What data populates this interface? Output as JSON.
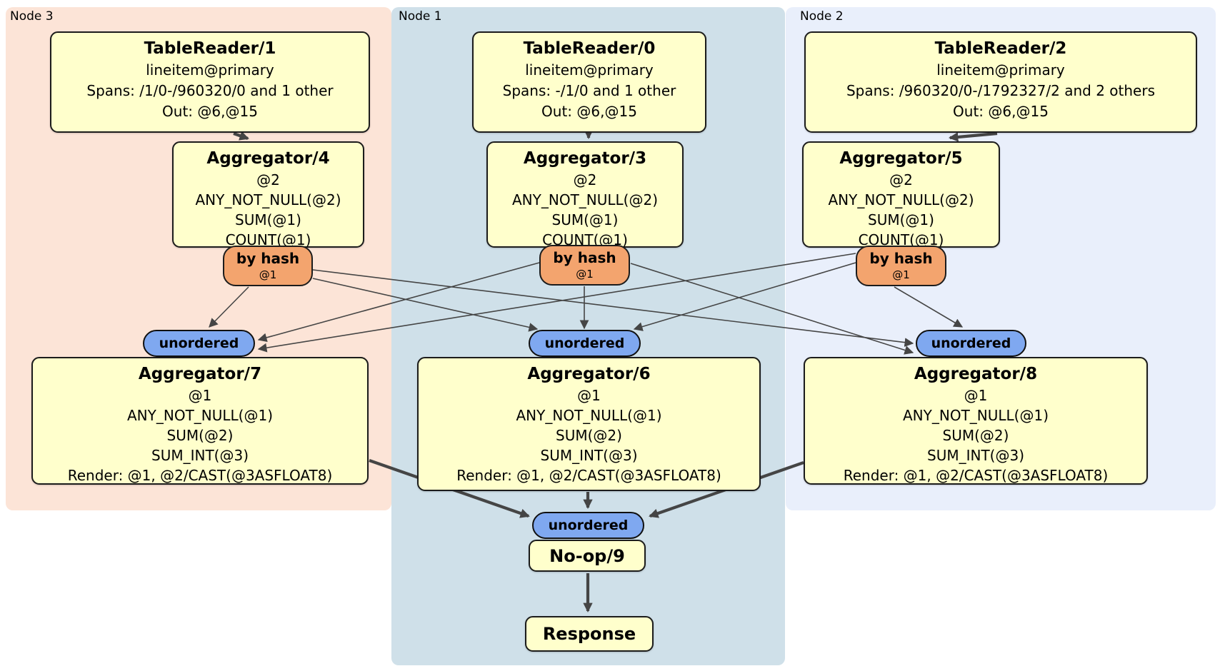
{
  "panels": {
    "node3": {
      "label": "Node 3"
    },
    "node1": {
      "label": "Node 1"
    },
    "node2": {
      "label": "Node 2"
    }
  },
  "proc": {
    "tr1": {
      "title": "TableReader/1",
      "lines": [
        "lineitem@primary",
        "Spans: /1/0-/960320/0 and 1 other",
        "Out: @6,@15"
      ]
    },
    "tr0": {
      "title": "TableReader/0",
      "lines": [
        "lineitem@primary",
        "Spans: -/1/0 and 1 other",
        "Out: @6,@15"
      ]
    },
    "tr2": {
      "title": "TableReader/2",
      "lines": [
        "lineitem@primary",
        "Spans: /960320/0-/1792327/2 and 2 others",
        "Out: @6,@15"
      ]
    },
    "agg4": {
      "title": "Aggregator/4",
      "lines": [
        "@2",
        "ANY_NOT_NULL(@2)",
        "SUM(@1)",
        "COUNT(@1)"
      ]
    },
    "agg3": {
      "title": "Aggregator/3",
      "lines": [
        "@2",
        "ANY_NOT_NULL(@2)",
        "SUM(@1)",
        "COUNT(@1)"
      ]
    },
    "agg5": {
      "title": "Aggregator/5",
      "lines": [
        "@2",
        "ANY_NOT_NULL(@2)",
        "SUM(@1)",
        "COUNT(@1)"
      ]
    },
    "agg7": {
      "title": "Aggregator/7",
      "lines": [
        "@1",
        "ANY_NOT_NULL(@1)",
        "SUM(@2)",
        "SUM_INT(@3)",
        "Render: @1, @2/CAST(@3ASFLOAT8)"
      ]
    },
    "agg6": {
      "title": "Aggregator/6",
      "lines": [
        "@1",
        "ANY_NOT_NULL(@1)",
        "SUM(@2)",
        "SUM_INT(@3)",
        "Render: @1, @2/CAST(@3ASFLOAT8)"
      ]
    },
    "agg8": {
      "title": "Aggregator/8",
      "lines": [
        "@1",
        "ANY_NOT_NULL(@1)",
        "SUM(@2)",
        "SUM_INT(@3)",
        "Render: @1, @2/CAST(@3ASFLOAT8)"
      ]
    },
    "noop": {
      "title": "No-op/9"
    },
    "response": {
      "title": "Response"
    }
  },
  "routers": {
    "r3": {
      "label": "by hash",
      "detail": "@1"
    },
    "r1": {
      "label": "by hash",
      "detail": "@1"
    },
    "r2": {
      "label": "by hash",
      "detail": "@1"
    }
  },
  "syncs": {
    "u7": {
      "label": "unordered"
    },
    "u6": {
      "label": "unordered"
    },
    "u8": {
      "label": "unordered"
    },
    "u9": {
      "label": "unordered"
    }
  },
  "colors": {
    "panel_node3_bg": "#FCE4D7",
    "panel_node1_bg": "#CFE0E9",
    "panel_node2_bg": "#E9EFFB",
    "processor_bg": "#FFFFCC",
    "router_bg": "#F3A46E",
    "sync_bg": "#7FA8F0",
    "edge": "#454545"
  }
}
